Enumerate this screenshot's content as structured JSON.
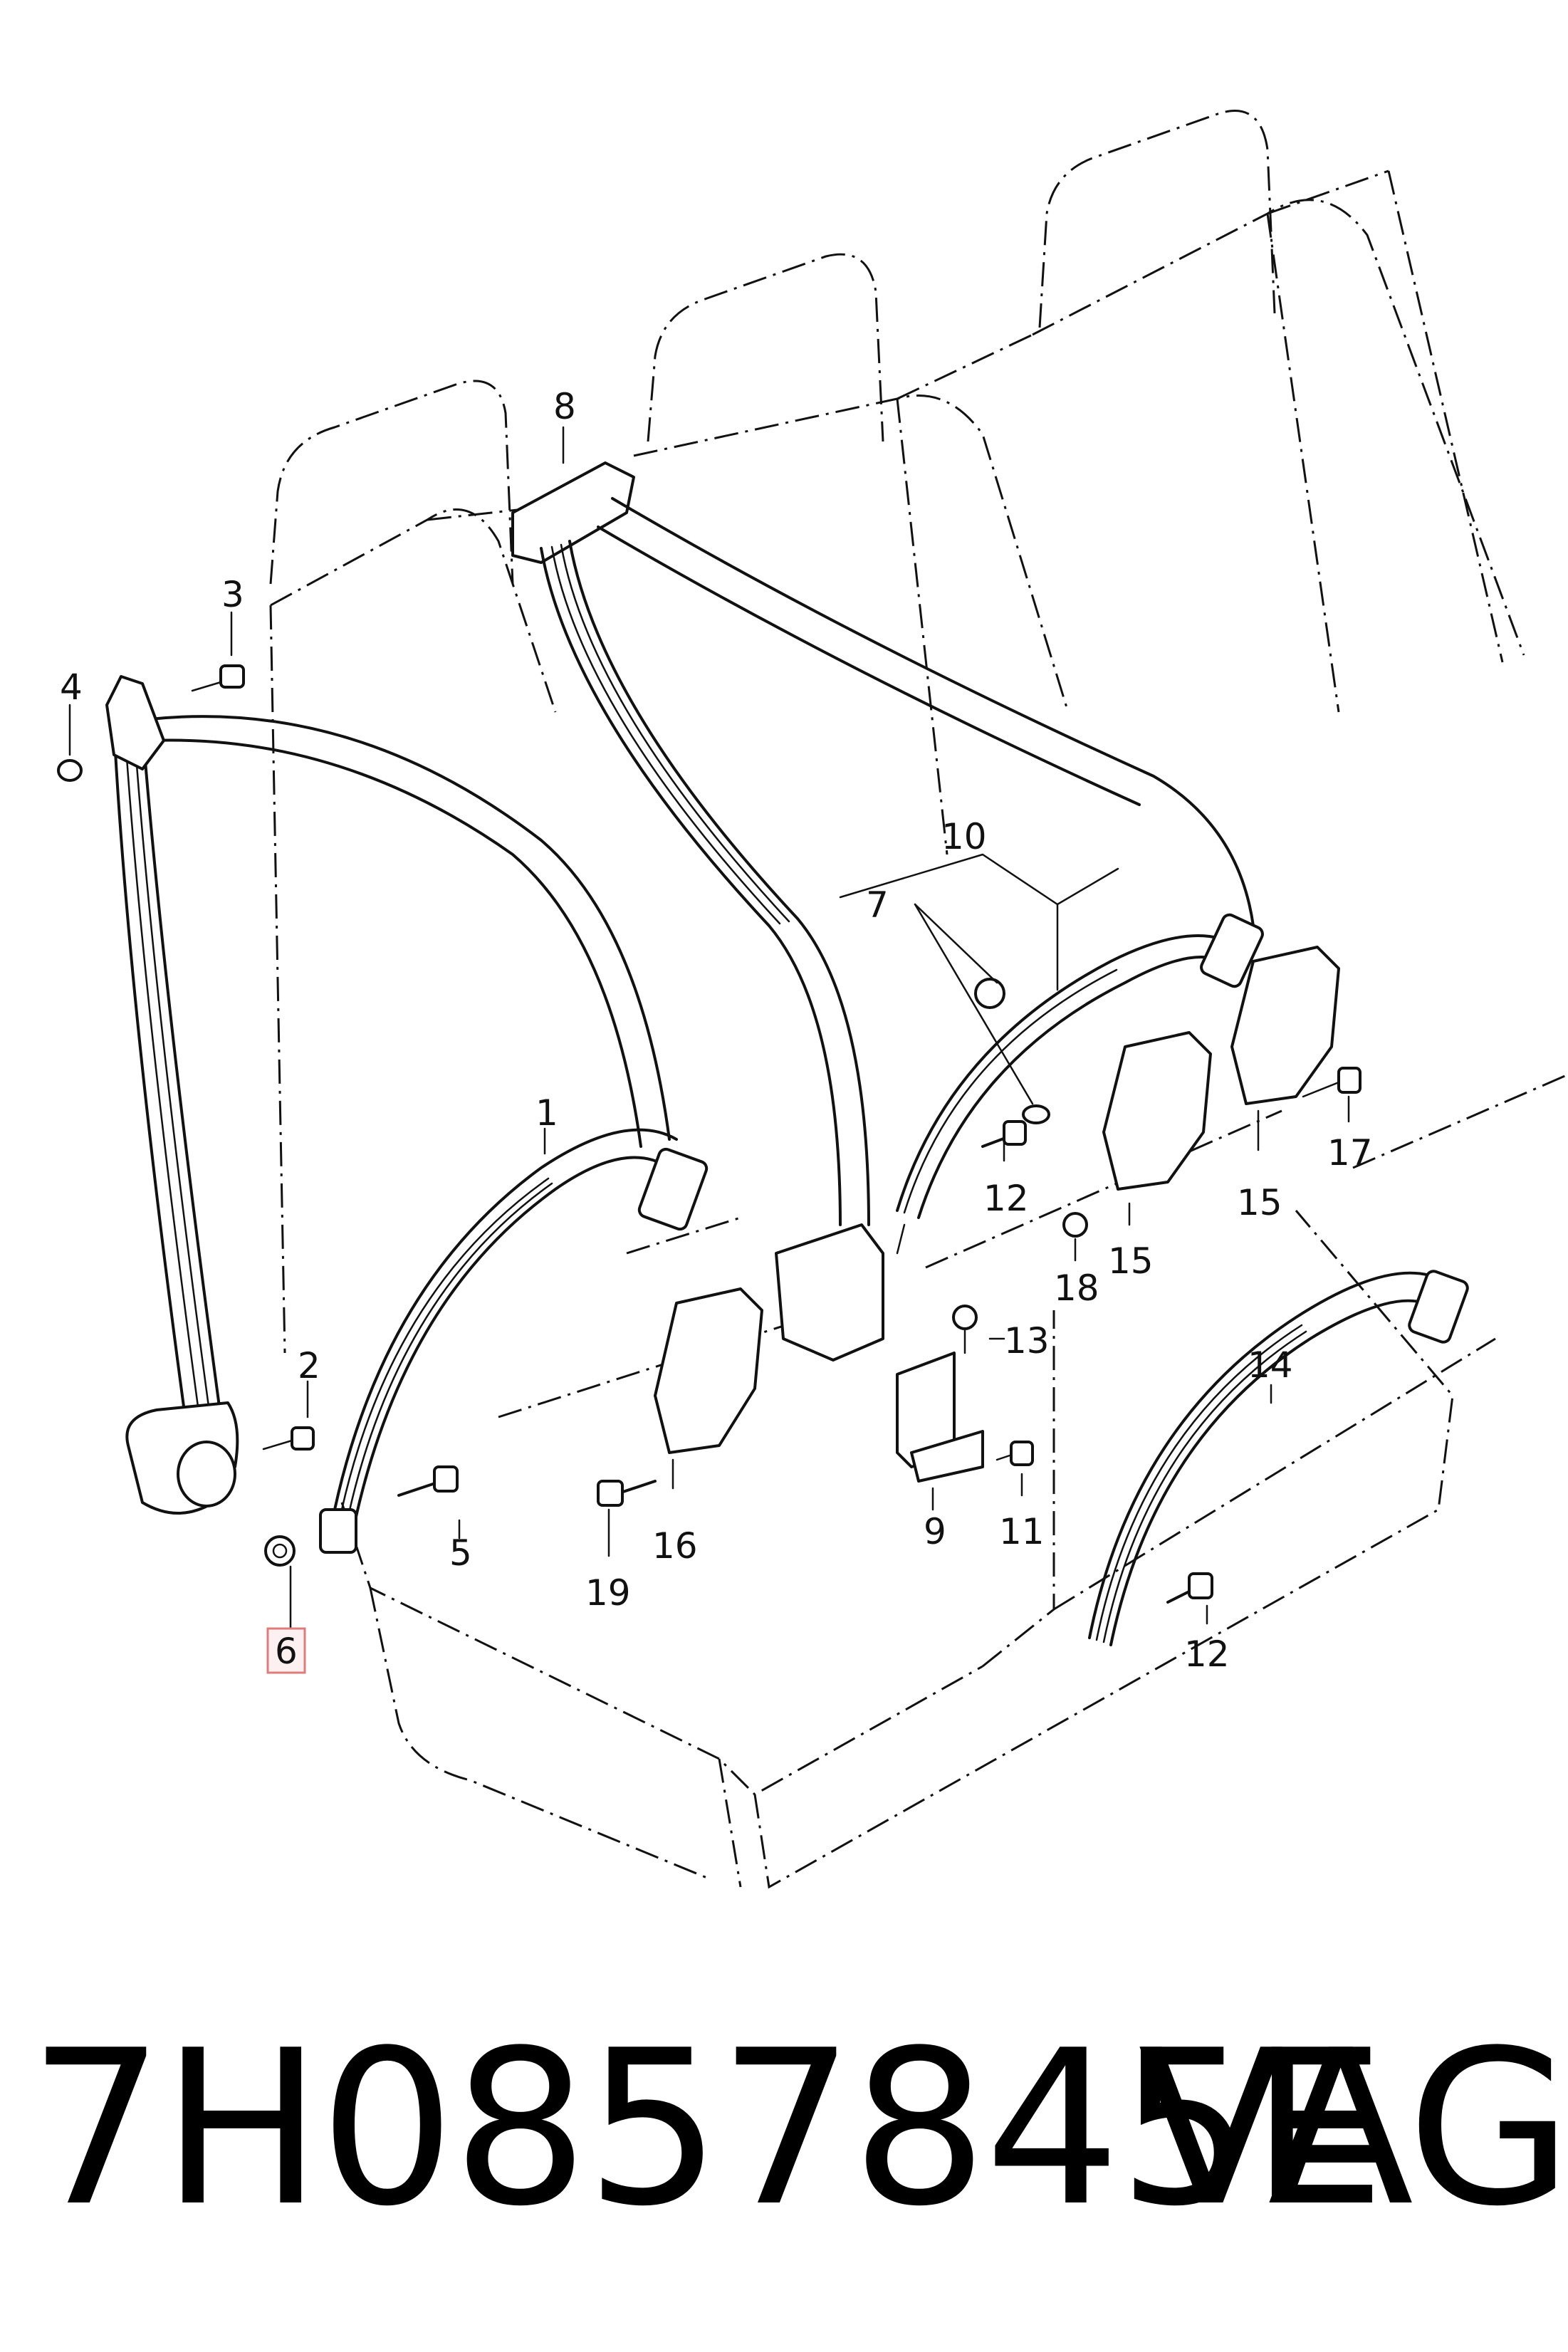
{
  "diagram": {
    "labels": [
      {
        "id": "1",
        "text": "1"
      },
      {
        "id": "2",
        "text": "2"
      },
      {
        "id": "3",
        "text": "3"
      },
      {
        "id": "4",
        "text": "4"
      },
      {
        "id": "5",
        "text": "5"
      },
      {
        "id": "6",
        "text": "6",
        "highlighted": true
      },
      {
        "id": "7",
        "text": "7"
      },
      {
        "id": "8",
        "text": "8"
      },
      {
        "id": "9",
        "text": "9"
      },
      {
        "id": "10",
        "text": "10"
      },
      {
        "id": "11",
        "text": "11"
      },
      {
        "id": "12a",
        "text": "12"
      },
      {
        "id": "12b",
        "text": "12"
      },
      {
        "id": "13",
        "text": "13"
      },
      {
        "id": "14",
        "text": "14"
      },
      {
        "id": "15a",
        "text": "15"
      },
      {
        "id": "15b",
        "text": "15"
      },
      {
        "id": "16",
        "text": "16"
      },
      {
        "id": "17",
        "text": "17"
      },
      {
        "id": "18",
        "text": "18"
      },
      {
        "id": "19",
        "text": "19"
      }
    ],
    "highlight_color": "#e07b7b"
  },
  "footer": {
    "part_number": "7H0857845E",
    "brand": "VAG"
  }
}
